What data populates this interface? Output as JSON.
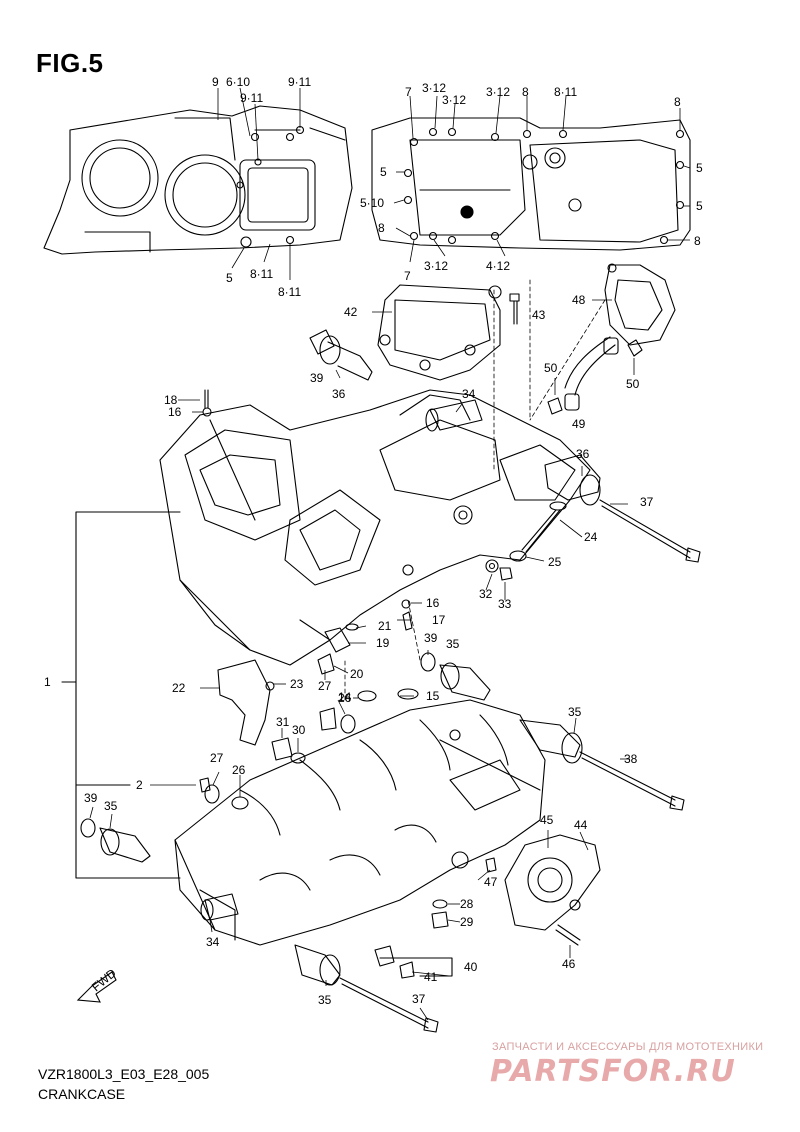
{
  "figure": {
    "title": "FIG.5",
    "model_code": "VZR1800L3_E03_E28_005",
    "section_name": "CRANKCASE"
  },
  "watermark": {
    "tagline": "ЗАПЧАСТИ И АКСЕССУАРЫ ДЛЯ МОТОТЕХНИКИ",
    "logo_text": "PARTSFOR.RU",
    "color": "#e7a9a9"
  },
  "fwd_label": "FWD",
  "callouts": [
    "1",
    "2",
    "14",
    "15",
    "16",
    "16",
    "17",
    "18",
    "19",
    "20",
    "21",
    "22",
    "23",
    "24",
    "25",
    "26",
    "26",
    "27",
    "27",
    "28",
    "29",
    "30",
    "31",
    "32",
    "33",
    "34",
    "34",
    "35",
    "35",
    "35",
    "35",
    "36",
    "36",
    "37",
    "37",
    "38",
    "39",
    "39",
    "39",
    "40",
    "41",
    "42",
    "43",
    "44",
    "45",
    "46",
    "47",
    "48",
    "49",
    "50",
    "50"
  ],
  "bolt_callouts": [
    "9",
    "6·10",
    "9·11",
    "9·11",
    "5",
    "8·11",
    "8·11",
    "7",
    "3·12",
    "3·12",
    "3·12",
    "8",
    "8·11",
    "8",
    "5",
    "5",
    "5·10",
    "5",
    "8",
    "7",
    "3·12",
    "4·12",
    "8"
  ]
}
